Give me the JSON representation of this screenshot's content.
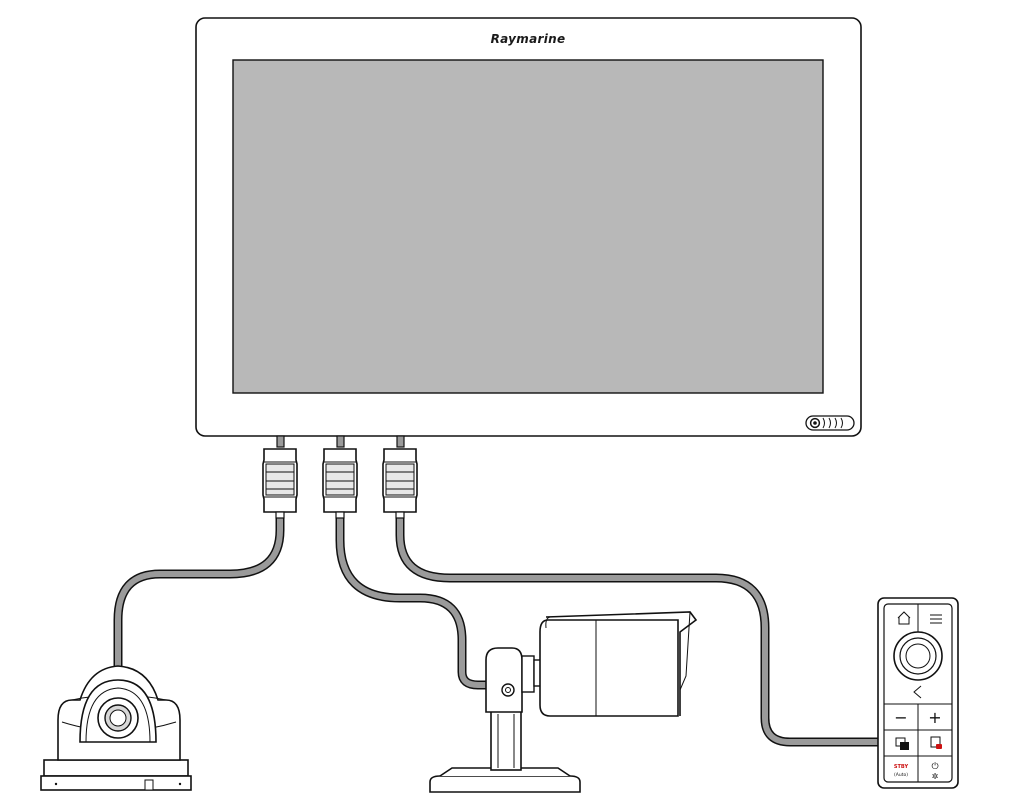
{
  "display": {
    "brand_label": "Raymarine",
    "screen_color": "#b8b8b8",
    "bezel_color": "#ffffff"
  },
  "cable": {
    "fill_color": "#9a9a9a",
    "outline_color": "#111111"
  },
  "devices": {
    "dome_camera": "dome-camera-icon",
    "bullet_camera": "bullet-camera-icon",
    "remote_keypad": "remote-keypad-icon"
  },
  "keypad": {
    "home_icon": "home-icon",
    "menu_icon": "menu-icon",
    "back_icon": "back-chevron-icon",
    "minus_glyph": "−",
    "plus_glyph": "+",
    "stby_label": "STBY",
    "auto_label": "(Auto)",
    "power_glyph": "⏻",
    "brightness_glyph": "✲"
  }
}
